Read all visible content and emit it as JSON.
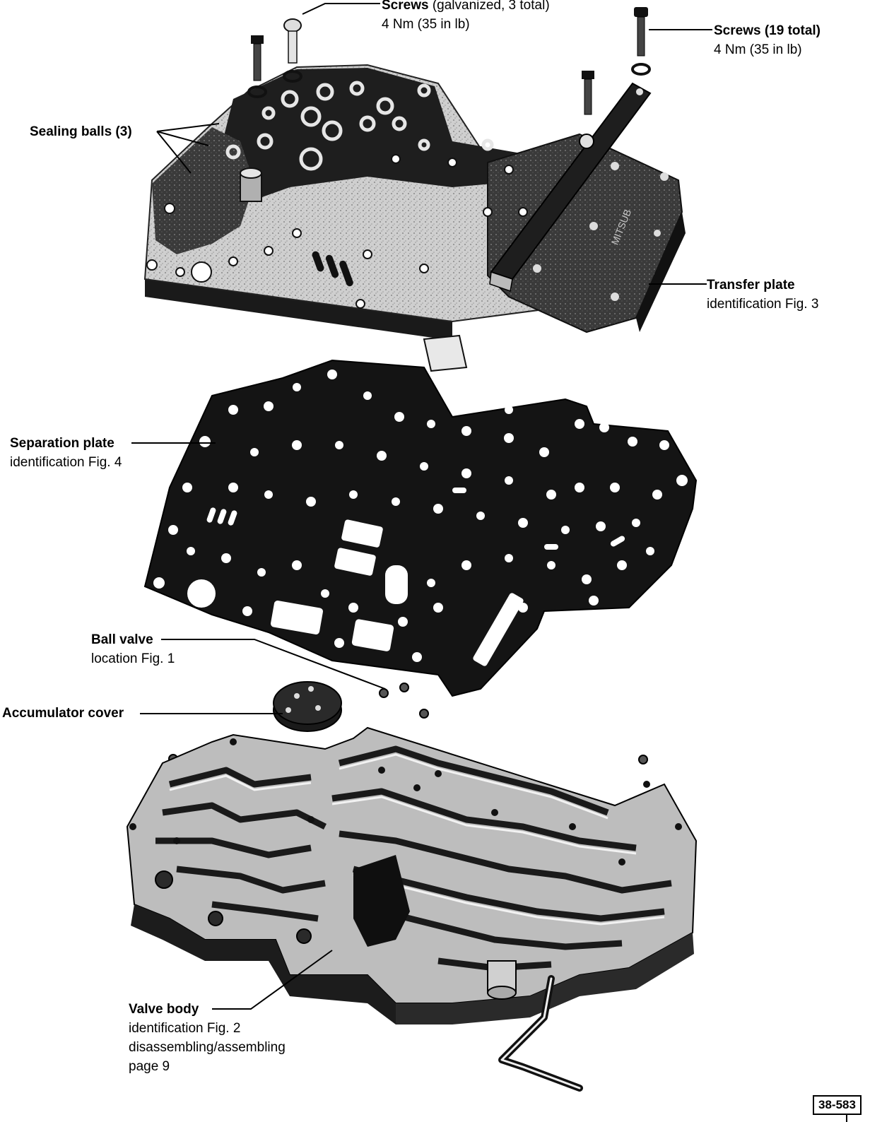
{
  "labels": {
    "screws_galv": {
      "title": "Screws",
      "detail": " (galvanized, 3 total)",
      "torque": "4 Nm (35 in lb)"
    },
    "screws_19": {
      "title": "Screws (19 total)",
      "torque": "4 Nm (35 in lb)"
    },
    "sealing_balls": {
      "title": "Sealing balls (3)"
    },
    "transfer_plate": {
      "title": "Transfer plate",
      "detail": "identification Fig. 3"
    },
    "separation_plate": {
      "title": "Separation plate",
      "detail": "identification Fig. 4"
    },
    "ball_valve": {
      "title": "Ball valve",
      "detail": "location Fig. 1"
    },
    "accumulator_cover": {
      "title": "Accumulator cover"
    },
    "valve_body": {
      "title": "Valve body",
      "line1": "identification Fig. 2",
      "line2": "disassembling/assembling",
      "line3": "page 9"
    }
  },
  "figure_number": "38-583",
  "colors": {
    "ink": "#000000",
    "metal_dark": "#1a1a1a",
    "metal_mid": "#6e6e6e",
    "metal_light": "#d9d9d9",
    "paper": "#ffffff"
  }
}
